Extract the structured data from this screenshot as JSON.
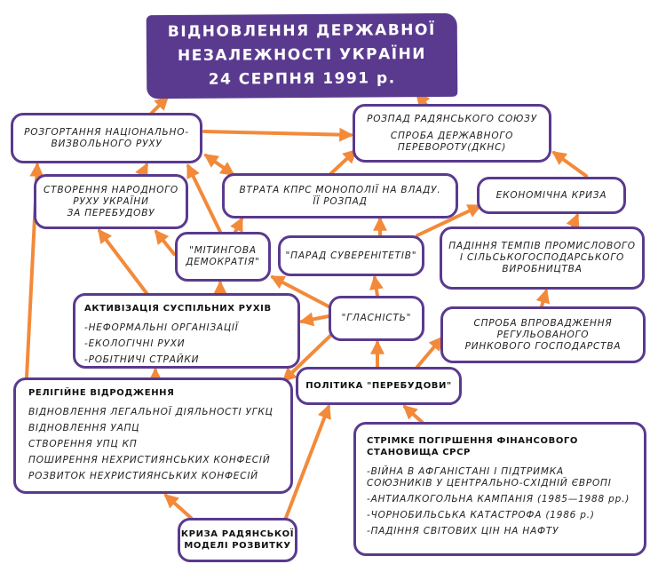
{
  "title": {
    "lines": [
      "ВІДНОВЛЕННЯ ДЕРЖАВНОЇ",
      "НЕЗАЛЕЖНОСТІ УКРАЇНИ",
      "24 СЕРПНЯ 1991 р."
    ]
  },
  "nodes": {
    "rozgortannya": [
      "РОЗГОРТАННЯ НАЦІОНАЛЬНО-",
      "ВИЗВОЛЬНОГО РУХУ"
    ],
    "rozpad": [
      "РОЗПАД РАДЯНСЬКОГО СОЮЗУ",
      "СПРОБА ДЕРЖАВНОГО",
      "ПЕРЕВОРОТУ(ДКНС)"
    ],
    "stvorennya": [
      "СТВОРЕННЯ НАРОДНОГО",
      "РУХУ УКРАЇНИ",
      "ЗА ПЕРЕБУДОВУ"
    ],
    "vtrata": [
      "ВТРАТА КПРС МОНОПОЛІЇ НА ВЛАДУ.",
      "ЇЇ РОЗПАД"
    ],
    "ekonomichna": "ЕКОНОМІЧНА КРИЗА",
    "mitingova": [
      "\"МІТИНГОВА",
      "ДЕМОКРАТІЯ\""
    ],
    "parad": "\"ПАРАД СУВЕРЕНІТЕТІВ\"",
    "padinnya": [
      "ПАДІННЯ ТЕМПІВ ПРОМИСЛОВОГО",
      "І СІЛЬСЬКОГОСПОДАРСЬКОГО",
      "ВИРОБНИЦТВА"
    ],
    "aktyvizatsiya": {
      "heading": "АКТИВІЗАЦІЯ СУСПІЛЬНИХ РУХІВ",
      "items": [
        "-НЕФОРМАЛЬНІ ОРГАНІЗАЦІЇ",
        "-ЕКОЛОГІЧНІ РУХИ",
        "-РОБІТНИЧІ СТРАЙКИ"
      ]
    },
    "hlasnist": "\"ГЛАСНІСТЬ\"",
    "sproba": [
      "СПРОБА ВПРОВАДЖЕННЯ",
      "РЕГУЛЬОВАНОГО",
      "РИНКОВОГО ГОСПОДАРСТВА"
    ],
    "relihiyne": {
      "heading": "РЕЛІГІЙНЕ ВІДРОДЖЕННЯ",
      "items": [
        "ВІДНОВЛЕННЯ ЛЕГАЛЬНОЇ ДІЯЛЬНОСТІ УГКЦ",
        "ВІДНОВЛЕННЯ УАПЦ",
        "СТВОРЕННЯ УПЦ КП",
        "ПОШИРЕННЯ НЕХРИСТИЯНСЬКИХ КОНФЕСІЙ",
        "РОЗВИТОК НЕХРИСТИЯНСЬКИХ КОНФЕСІЙ"
      ]
    },
    "polityka": "ПОЛІТИКА \"ПЕРЕБУДОВИ\"",
    "stimke": {
      "heading": [
        "СТРІМКЕ ПОГІРШЕННЯ ФІНАНСОВОГО",
        "СТАНОВИЩА СРСР"
      ],
      "items": [
        [
          "-ВІЙНА В АФГАНІСТАНІ І ПІДТРИМКА",
          "СОЮЗНИКІВ У ЦЕНТРАЛЬНО-СХІДНІЙ ЄВРОПІ"
        ],
        [
          "-АНТИАЛКОГОЛЬНА КАМПАНІЯ (1985—1988 рр.)"
        ],
        [
          "-ЧОРНОБИЛЬСЬКА КАТАСТРОФА (1986 р.)"
        ],
        [
          "-ПАДІННЯ СВІТОВИХ ЦІН НА НАФТУ"
        ]
      ]
    },
    "kryza": [
      "КРИЗА РАДЯНСЬКОЇ",
      "МОДЕЛІ РОЗВИТКУ"
    ]
  },
  "colors": {
    "arrow": "#f28a3a",
    "border": "#5a3a8e",
    "banner": "#5a3a8e"
  }
}
